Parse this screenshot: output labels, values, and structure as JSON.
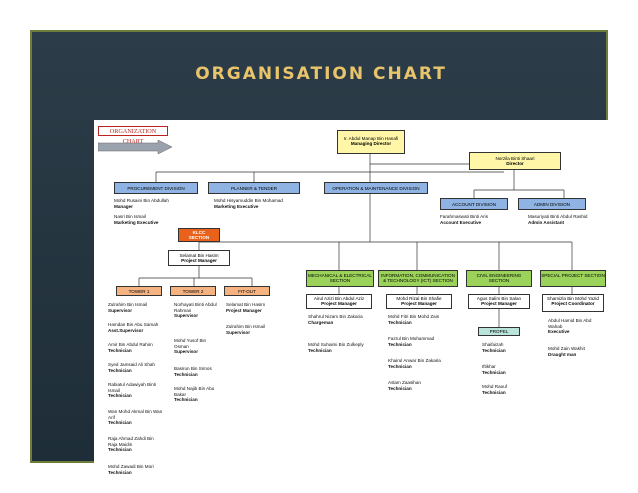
{
  "slide_title": "ORGANISATION CHART",
  "chart_label": "ORGANIZATION CHART",
  "md": {
    "name": "Ir. Abdul Manap Bin Hanafi",
    "role": "Managing Director"
  },
  "director": {
    "name": "Norzila Binti Shaari",
    "role": "Director"
  },
  "divisions": {
    "procurement": "PROCUREMENT DIVISION",
    "planner": "PLANNER & TENDER",
    "operation": "OPERATION & MAINTENANCE DIVISION",
    "account": "ACCOUNT DIVISION",
    "admin": "ADMIN DIVISION"
  },
  "procurement_staff": [
    {
      "name": "Mohd Rusaini Bin Abdullah",
      "role": "Manager"
    },
    {
      "name": "Nasri Bin Ismail",
      "role": "Marketing Executive"
    }
  ],
  "planner_staff": {
    "name": "Mohd Hisyamuddin Bin Mohamad",
    "role": "Marketing Executive"
  },
  "account_staff": {
    "name": "Farahmaswati Binti Aris",
    "role": "Account Executive"
  },
  "admin_staff": {
    "name": "Masuriyati Binti Abdul Rashid",
    "role": "Admin Assistant"
  },
  "klcc": {
    "line1": "KLCC",
    "line2": "SECTION"
  },
  "klcc_pm": {
    "name": "Selamat Bin Hasim",
    "role": "Project Manager"
  },
  "towers": {
    "t1": "TOWER 1",
    "t2": "TOWER 2",
    "fit": "FIT-OUT"
  },
  "tower1_staff": [
    {
      "name": "Zulrahim Bin Ismail",
      "role": "Supervisor"
    },
    {
      "name": "Hamdan Bin Abu Samah",
      "role": "Asst.Supervisor"
    },
    {
      "name": "Amir Bin Abdul Rahim",
      "role": "Technician"
    },
    {
      "name": "Syed Jamsaid Ali Shah",
      "role": "Technician"
    },
    {
      "name": "Rabiatul Adawiyah Binti Ismail",
      "role": "Technician"
    },
    {
      "name": "Wan Mohd Akmal Bin Wan Arif",
      "role": "Technician"
    },
    {
      "name": "Raja Ahmad Zahdi Bin Raja Maidin",
      "role": "Technician"
    },
    {
      "name": "Mohd Zawadi Bin Mori",
      "role": "Technician"
    }
  ],
  "tower2_staff": [
    {
      "name": "Norhayati Binti Abdul Rahman",
      "role": "Supervisor"
    },
    {
      "name": "Mohd Yusof Bin Osman",
      "role": "Supervisor"
    },
    {
      "name": "Basirun Bin Sirnos",
      "role": "Technician"
    },
    {
      "name": "Mohd Najib Bin Abu Bakar",
      "role": "Technician"
    }
  ],
  "fitout_staff": [
    {
      "name": "Selamat Bin Hasim",
      "role": "Project Manager"
    },
    {
      "name": "Zulrahim Bin Ismail",
      "role": "Supervisor"
    }
  ],
  "sections": {
    "mech": "MECHANICAL & ELECTRICAL SECTION",
    "ict": "INFORMATION, COMMUNICATION & TECHNOLOGY (ICT) SECTION",
    "civil": "CIVIL ENGINEERING SECTION",
    "special": "SPECIAL PROJECT SECTION"
  },
  "mech_pm": {
    "name": "Airul Azizi Bin Abdul Aziz",
    "role": "Project Manager"
  },
  "mech_staff": [
    {
      "name": "Shahrul Nizam Bin Zakaria",
      "role": "Chargeman"
    },
    {
      "name": "Mohd Suhaimi Bin Zulkeply",
      "role": "Technician"
    }
  ],
  "ict_pm": {
    "name": "Mohd Rizal Bin Shafie",
    "role": "Project Manager"
  },
  "ict_staff": [
    {
      "name": "Mohd Fitri Bin Mohd Zain",
      "role": "Technician"
    },
    {
      "name": "Fazrul Bin Mohammad",
      "role": "Technician"
    },
    {
      "name": "Khairul Anwar Bin Zakaria",
      "role": "Technician"
    },
    {
      "name": "Aslam Zaasihan",
      "role": "Technician"
    }
  ],
  "civil_pm": {
    "name": "Agus Salim Bin Salan",
    "role": "Project Manager"
  },
  "propel": "PROPEL",
  "civil_staff": [
    {
      "name": "Shaifaizah",
      "role": "Technician"
    },
    {
      "name": "Iftikhar",
      "role": "Technician"
    },
    {
      "name": "Mohd Raouf",
      "role": "Technician"
    }
  ],
  "special_pm": {
    "name": "Shamizla Bin Mohd Yazid",
    "role": "Project Coordinator"
  },
  "special_staff": [
    {
      "name": "Abdul Hamid Bin Abd Wahab",
      "role": "Executive"
    },
    {
      "name": "Mohd Zain Wakhit",
      "role": "Draught man"
    }
  ]
}
